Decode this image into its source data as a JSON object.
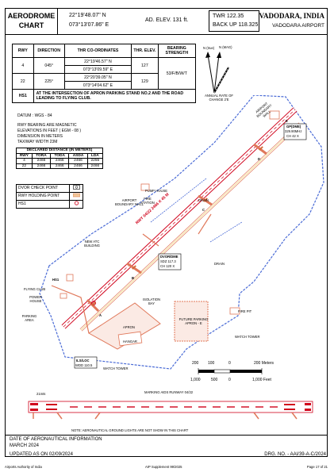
{
  "header": {
    "title_line1": "AERODROME",
    "title_line2": "CHART",
    "coord_n": "22°19'48.07\" N",
    "coord_e": "073°13'07.86\" E",
    "elevation": "AD. ELEV. 131 ft.",
    "twr": "TWR 122.35",
    "backup": "BACK UP 118.325",
    "city": "VADODARA, INDIA",
    "airport": "VADODARA AIRPORT"
  },
  "rwy_table": {
    "headers": [
      "RWY",
      "DIRECTION",
      "THR CO-ORDINATES",
      "THR. ELEV.",
      "BEARING STRENGTH"
    ],
    "rows": [
      {
        "rwy": "4",
        "dir": "045°",
        "c1": "22°19'46.57\" N",
        "c2": "073°13'09.59\" E",
        "elev": "127"
      },
      {
        "rwy": "22",
        "dir": "225°",
        "c1": "22°20'39.05\" N",
        "c2": "073°14'04.62\" E",
        "elev": "129"
      }
    ],
    "strength": "53/F/B/W/T",
    "hs1_label": "HS1",
    "hs1_text": "AT THE INTERSECTION OF APRON PARKING STAND NO.2 AND THE ROAD LEADING TO FLYING CLUB."
  },
  "notes": {
    "datum": "DATUM : WGS - 84",
    "n1": "RWY BEARING ARE MAGNETIC",
    "n2": "ELEVATIONS IN FEET  ( EGM - 08 )",
    "n3": "DIMENSION IN METERS",
    "n4": "TAXIWAY WIDTH 23M"
  },
  "declared": {
    "title": "DECLARED DISTANCE (IN METERS)",
    "headers": [
      "RWY",
      "TORA",
      "TODA",
      "ASDA",
      "LDA"
    ],
    "rows": [
      [
        "4",
        "2466",
        "2466",
        "2466",
        "2255"
      ],
      [
        "22",
        "2466",
        "2466",
        "2466",
        "2466"
      ]
    ]
  },
  "legend": {
    "items": [
      "DVOR CHECK POINT",
      "RWY HOLDING POINT",
      "HS1"
    ]
  },
  "compass": {
    "n_true": "N (true)",
    "n_mag": "N (MAG)",
    "rate": "ANNUAL RATE OF CHANGE 2'E"
  },
  "map_labels": {
    "runway": "RWY 04/22 2466 X 45 M",
    "gp": "GP(DME)",
    "gp_freq": "329.90MHz",
    "gp_ch": "CH 42 X",
    "dvor": "DVOR/DME",
    "dvor_freq": "SDZ 117.3",
    "dvor_ch": "CH 120 X",
    "ilsloc": "ILS/LOC",
    "ilsloc_freq": "WDD 110.5",
    "airport_wall": "AIRPORT BOUNDARY WALL",
    "airport_wall2": "AIRPORT BOUNDARY WALL",
    "pump": "PUMP HOUSE",
    "fire": "FIRE STATION",
    "fire_pit": "FIRE PIT",
    "watch1": "WATCH TOWER",
    "watch2": "WATCH TOWER",
    "apron": "APRON",
    "hangar": "HANGAR",
    "isolation": "ISOLATION BAY",
    "new_atc": "NEW ATC BUILDING",
    "flying_club": "FLYING CLUB",
    "power": "POWER HOUSE",
    "parking": "PARKING AREA",
    "hs1": "HS1",
    "future": "FUTURE PARKING APRON - E",
    "drain1": "DRAIN",
    "drain2": "DRAIN",
    "twy_a": "A",
    "twy_b": "B",
    "twy_c": "C",
    "twy_d": "D",
    "twy_e": "E"
  },
  "scale": {
    "m_labels": [
      "200",
      "100",
      "0",
      "200 Meters"
    ],
    "ft_labels": [
      "1,000",
      "500",
      "0",
      "1,000 Feet"
    ]
  },
  "marking": {
    "title": "MARKING AIDS RUNWAY 04/22",
    "dim": "21mts",
    "note": "NOTE: AERONAUTICAL GROUND LIGHTS ARE NOT SHOW IN THIS CHART"
  },
  "footer": {
    "date_label": "DATE OF AERONAUTICAL INFORMATION",
    "date": "MARCH 2024",
    "updated": "UPDATED AS ON 02/09/2024",
    "drg": "DRG. NO. - AAI/39-A-C/2024",
    "authority": "Airports Authority of India",
    "supplement": "AIP Supplement 99/2025",
    "page": "Page 17 of 21"
  }
}
